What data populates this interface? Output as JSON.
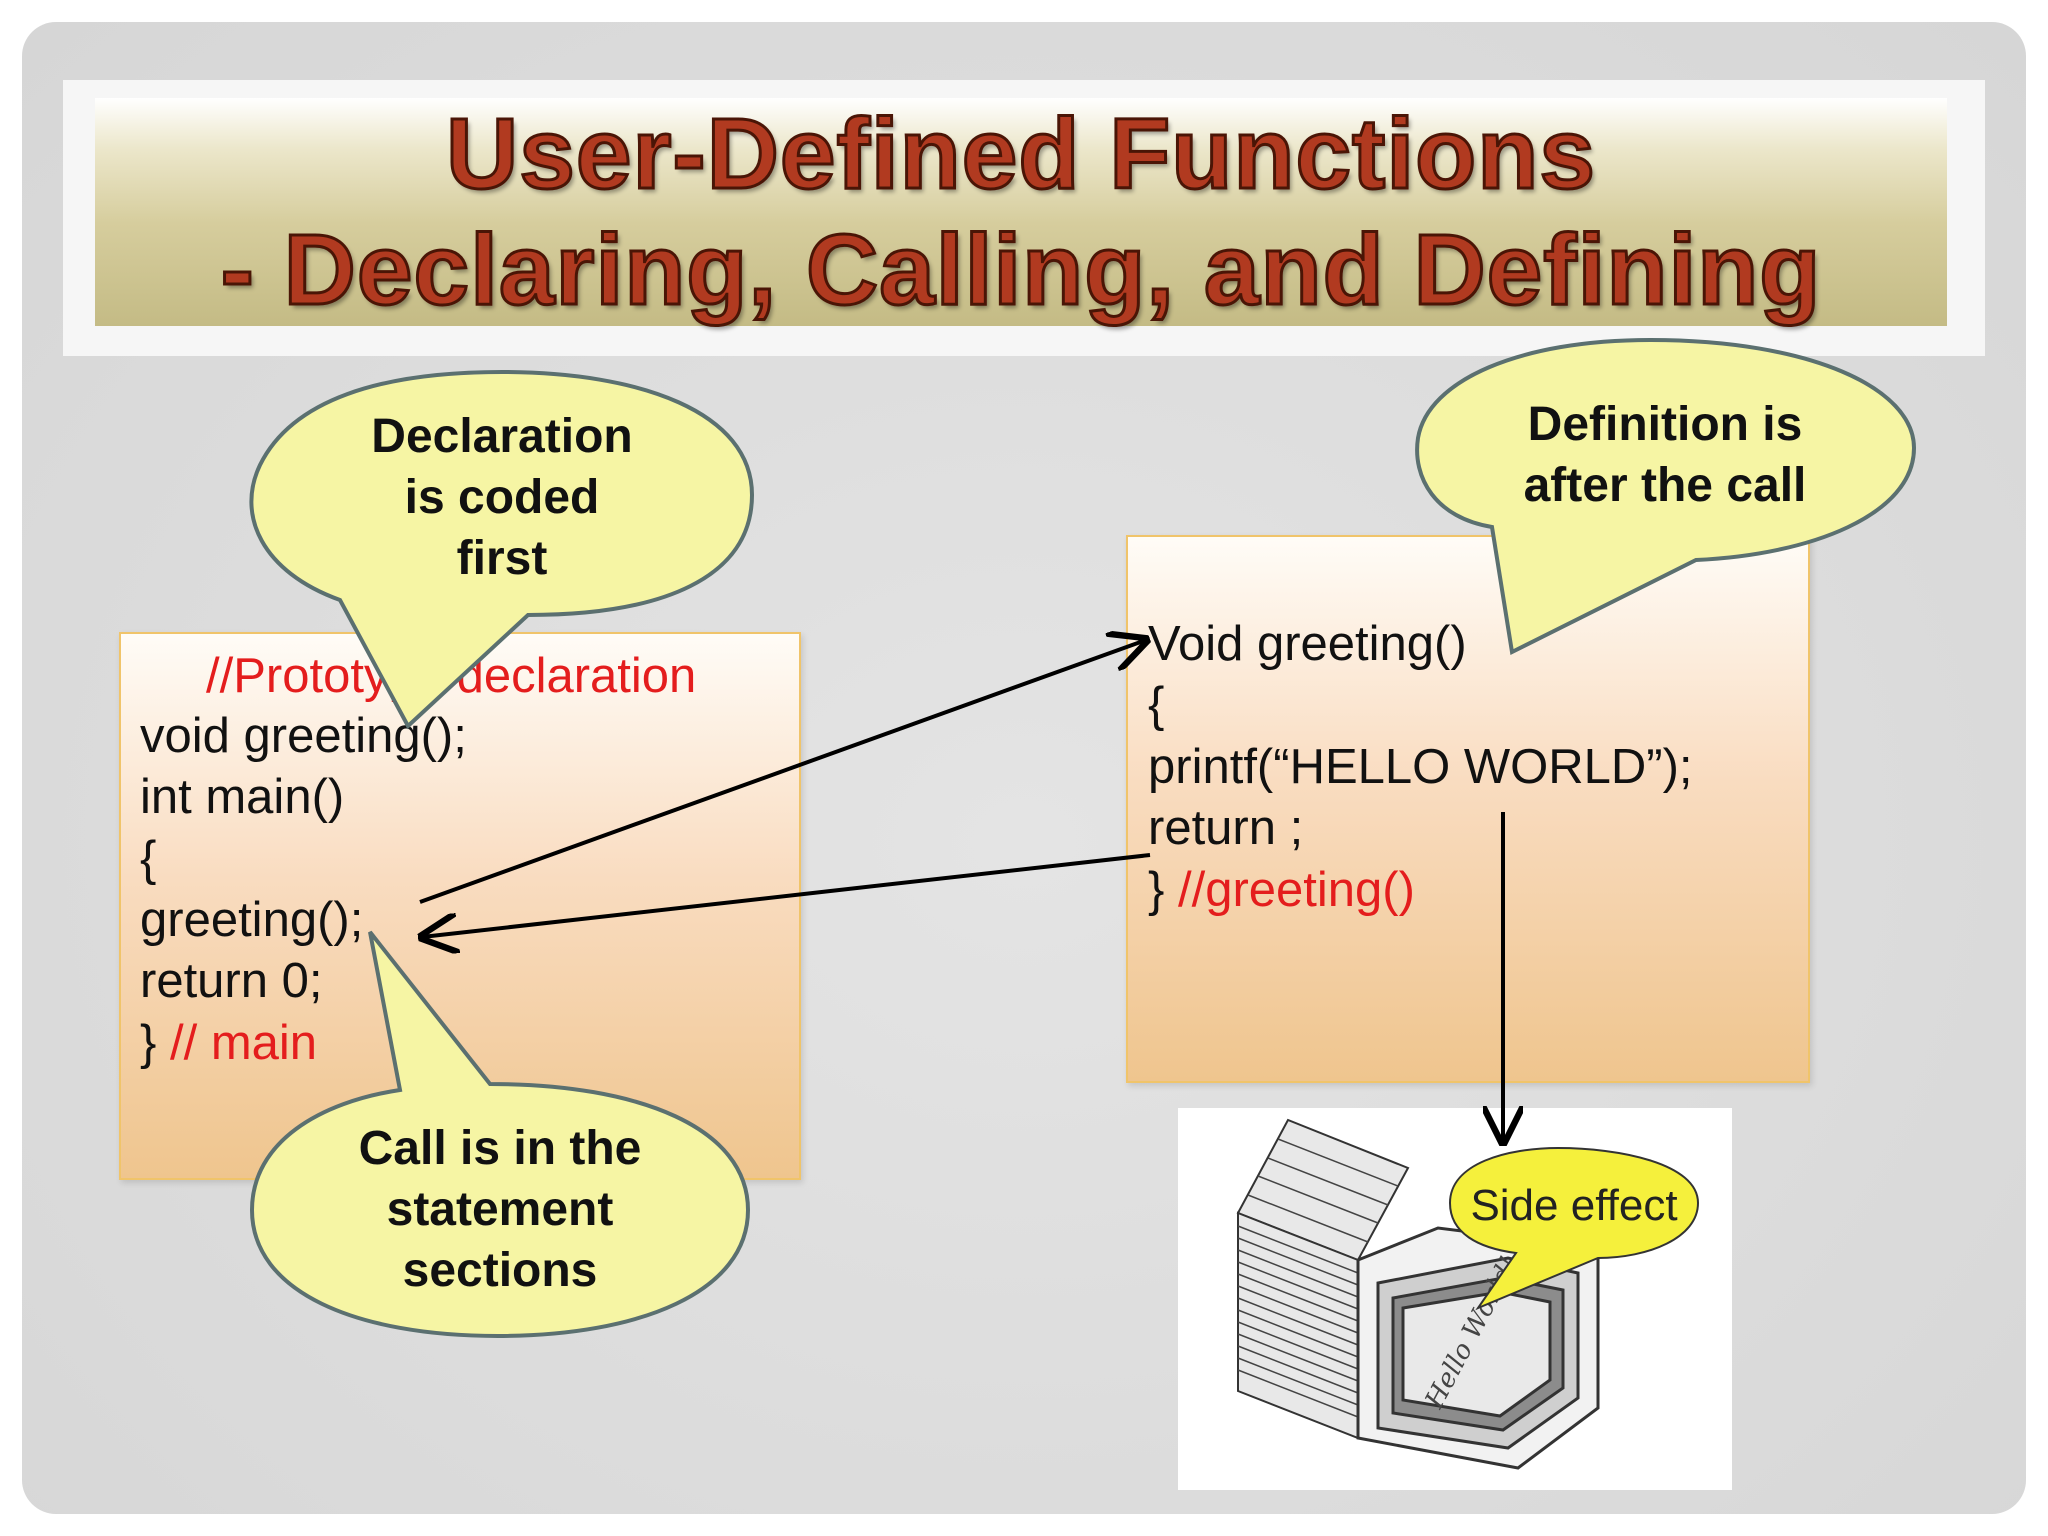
{
  "title": {
    "line1": "User-Defined Functions",
    "line2": "- Declaring, Calling, and Defining"
  },
  "left_code": {
    "comment": "//Prototype declaration",
    "line1": "void greeting();",
    "line2": "int main()",
    "line3": "{",
    "line4": "greeting();",
    "line5": "return 0;",
    "line6_brace": "}",
    "line6_comment": " // main"
  },
  "right_code": {
    "line1": "Void greeting()",
    "line2": "{",
    "line3": "printf(“HELLO WORLD”);",
    "line4": "return ;",
    "line5_brace": "}",
    "line5_comment": " //greeting()"
  },
  "callouts": {
    "declaration": [
      "Declaration",
      "is coded",
      "first"
    ],
    "definition": [
      "Definition is",
      "after the call"
    ],
    "call": [
      "Call is in the",
      "statement",
      "sections"
    ]
  },
  "illustration": {
    "bubble_text": "Side effect",
    "screen_text": "Hello World!"
  },
  "colors": {
    "title_text": "#b13a20",
    "callout_fill": "#f6f5a4",
    "code_comment": "#e41d1d"
  }
}
